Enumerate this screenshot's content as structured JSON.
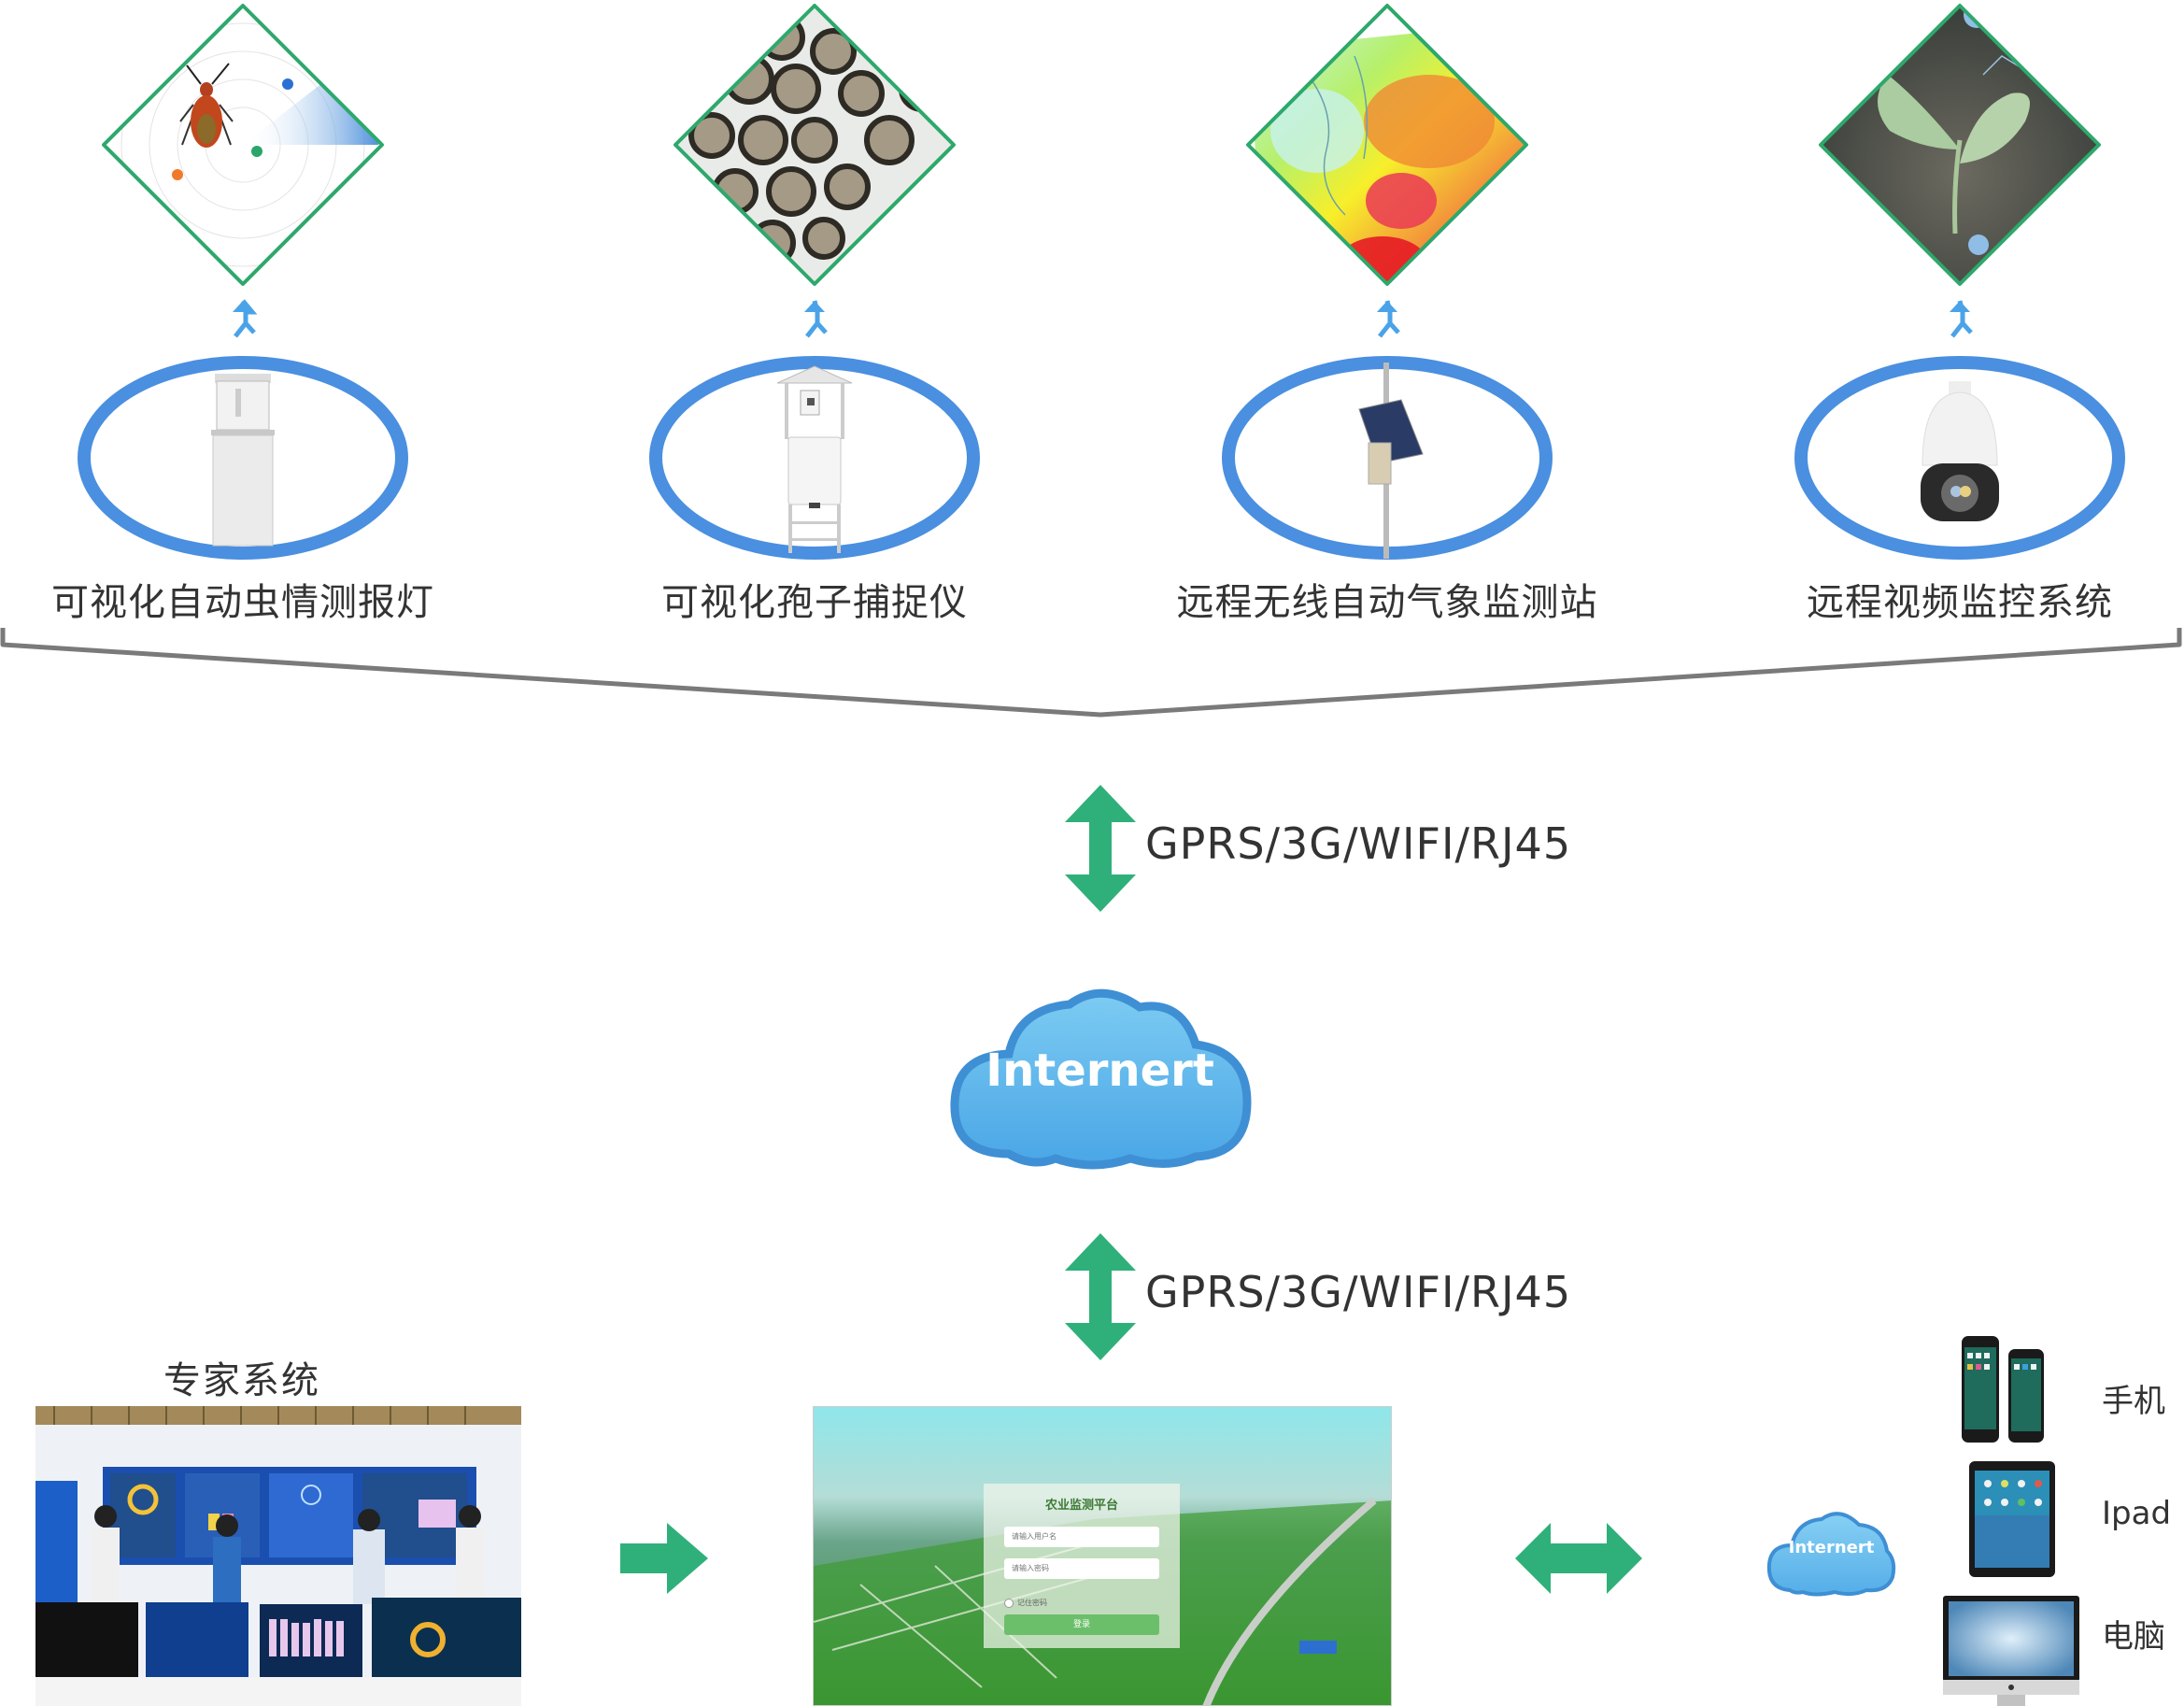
{
  "title": "农业监测系统架构图",
  "colors": {
    "diamond_border": "#2ea86c",
    "ring": "#4a8fe0",
    "merge_arrow": "#4aa3e8",
    "green_arrow": "#2fb07a",
    "bracket": "#7a7a7a",
    "cloud_fill": "#5fb4ec",
    "cloud_edge": "#3f8fd4",
    "text": "#333333"
  },
  "devices": [
    {
      "id": "insect",
      "label": "可视化自动虫情测报灯",
      "diamond_icon": "insect-radar-image",
      "device_icon": "insect-trap-lamp-image"
    },
    {
      "id": "spore",
      "label": "可视化孢子捕捉仪",
      "diamond_icon": "spore-microscope-image",
      "device_icon": "spore-trap-image"
    },
    {
      "id": "weather",
      "label": "远程无线自动气象监测站",
      "diamond_icon": "weather-heatmap-image",
      "device_icon": "solar-weather-station-image"
    },
    {
      "id": "video",
      "label": "远程视频监控系统",
      "diamond_icon": "seedling-image",
      "device_icon": "dome-camera-image"
    }
  ],
  "links": {
    "upper_protocol": "GPRS/3G/WIFI/RJ45",
    "lower_protocol": "GPRS/3G/WIFI/RJ45"
  },
  "cloud": {
    "main_label": "Internert",
    "small_label": "Internert"
  },
  "expert": {
    "title": "专家系统"
  },
  "platform": {
    "title": "农业监测平台",
    "username_placeholder": "请输入用户名",
    "password_placeholder": "请输入密码",
    "remember_label": "记住密码",
    "login_label": "登录"
  },
  "terminals": [
    {
      "label": "手机",
      "icon": "smartphones-image"
    },
    {
      "label": "Ipad",
      "icon": "tablet-image"
    },
    {
      "label": "电脑",
      "icon": "desktop-monitor-image"
    }
  ]
}
